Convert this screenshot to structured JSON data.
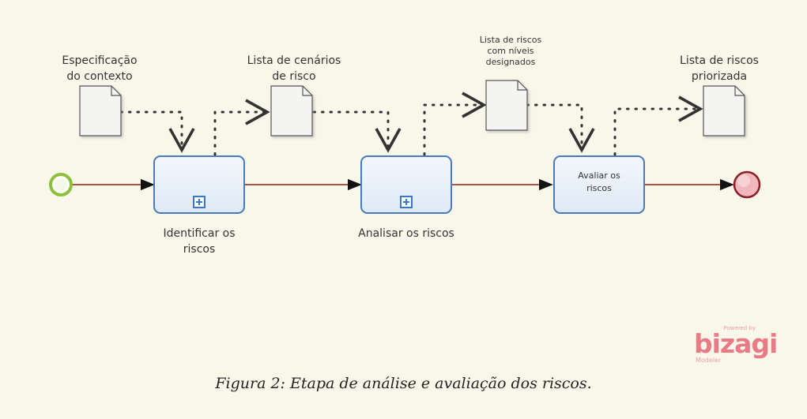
{
  "artifacts": [
    {
      "id": "art1",
      "label": "Especificação\ndo contexto"
    },
    {
      "id": "art2",
      "label": "Lista de cenários\nde risco"
    },
    {
      "id": "art3",
      "label": "Lista de riscos\ncom níveis\ndesignados"
    },
    {
      "id": "art4",
      "label": "Lista de riscos\npriorizada"
    }
  ],
  "tasks": [
    {
      "id": "task1",
      "label": "Identificar os\nriscos",
      "subprocess": true
    },
    {
      "id": "task2",
      "label": "Analisar os riscos",
      "subprocess": true
    },
    {
      "id": "task3",
      "label": "Avaliar os\nriscos",
      "subprocess": false
    }
  ],
  "events": {
    "start": {
      "color": "#8cbf3a"
    },
    "end": {
      "color": "#d8444e"
    }
  },
  "colors": {
    "task_border": "#4a7ab8",
    "sequence_flow": "#a13d2d",
    "association": "#333333"
  },
  "caption": "Figura 2: Etapa de análise e avaliação dos riscos.",
  "logo": {
    "top_text": "Powered by",
    "brand": "bizagi",
    "bottom_text": "Modeler"
  }
}
